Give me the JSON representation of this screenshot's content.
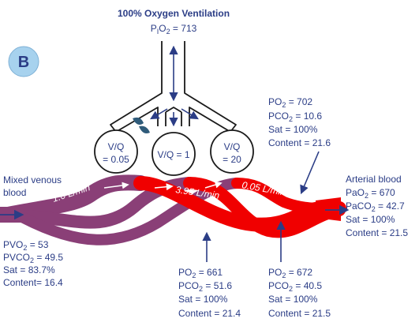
{
  "panel_label": "B",
  "title": "100% Oxygen Ventilation",
  "pio2": {
    "prefix": "P",
    "sub1": "I",
    "mid": "O",
    "sub2": "2",
    "suffix": " = 713"
  },
  "alveoli": [
    {
      "label_1": "V/Q",
      "label_2": "= 0.05"
    },
    {
      "label_1": "V/Q = 1",
      "label_2": ""
    },
    {
      "label_1": "V/Q",
      "label_2": "= 20"
    }
  ],
  "flows": [
    "1.0 L/min",
    "3.95 L/min",
    "0.05 L/min"
  ],
  "mixed_venous": {
    "title_1": "Mixed venous",
    "title_2": "blood",
    "pvo2": "PVO",
    "pvo2_sub": "2",
    "pvo2_val": " = 53",
    "pvco2": "PVCO",
    "pvco2_sub": "2",
    "pvco2_val": " = 49.5",
    "sat": "Sat = 83.7%",
    "content": "Content= 16.4"
  },
  "high_vq": {
    "po2": "PO",
    "po2_sub": "2",
    "po2_val": " = 702",
    "pco2": "PCO",
    "pco2_sub": "2",
    "pco2_val": " = 10.6",
    "sat": "Sat = 100%",
    "content": "Content = 21.6"
  },
  "low_vq": {
    "po2": "PO",
    "po2_sub": "2",
    "po2_val": " = 661",
    "pco2": "PCO",
    "pco2_sub": "2",
    "pco2_val": " = 51.6",
    "sat": "Sat = 100%",
    "content": "Content = 21.4"
  },
  "normal_vq": {
    "po2": "PO",
    "po2_sub": "2",
    "po2_val": " = 672",
    "pco2": "PCO",
    "pco2_sub": "2",
    "pco2_val": " = 40.5",
    "sat": "Sat = 100%",
    "content": "Content = 21.5"
  },
  "arterial": {
    "title": "Arterial blood",
    "pao2": "PaO",
    "pao2_sub": "2",
    "pao2_val": " = 670",
    "paco2": "PaCO",
    "paco2_sub": "2",
    "paco2_val": " = 42.7",
    "sat": "Sat = 100%",
    "content": "Content = 21.5"
  },
  "colors": {
    "text": "#2b3d86",
    "venous": "#8a3f77",
    "arterial": "#f00000",
    "badge": "#a7d2ee",
    "valve": "#2f5b7a"
  }
}
